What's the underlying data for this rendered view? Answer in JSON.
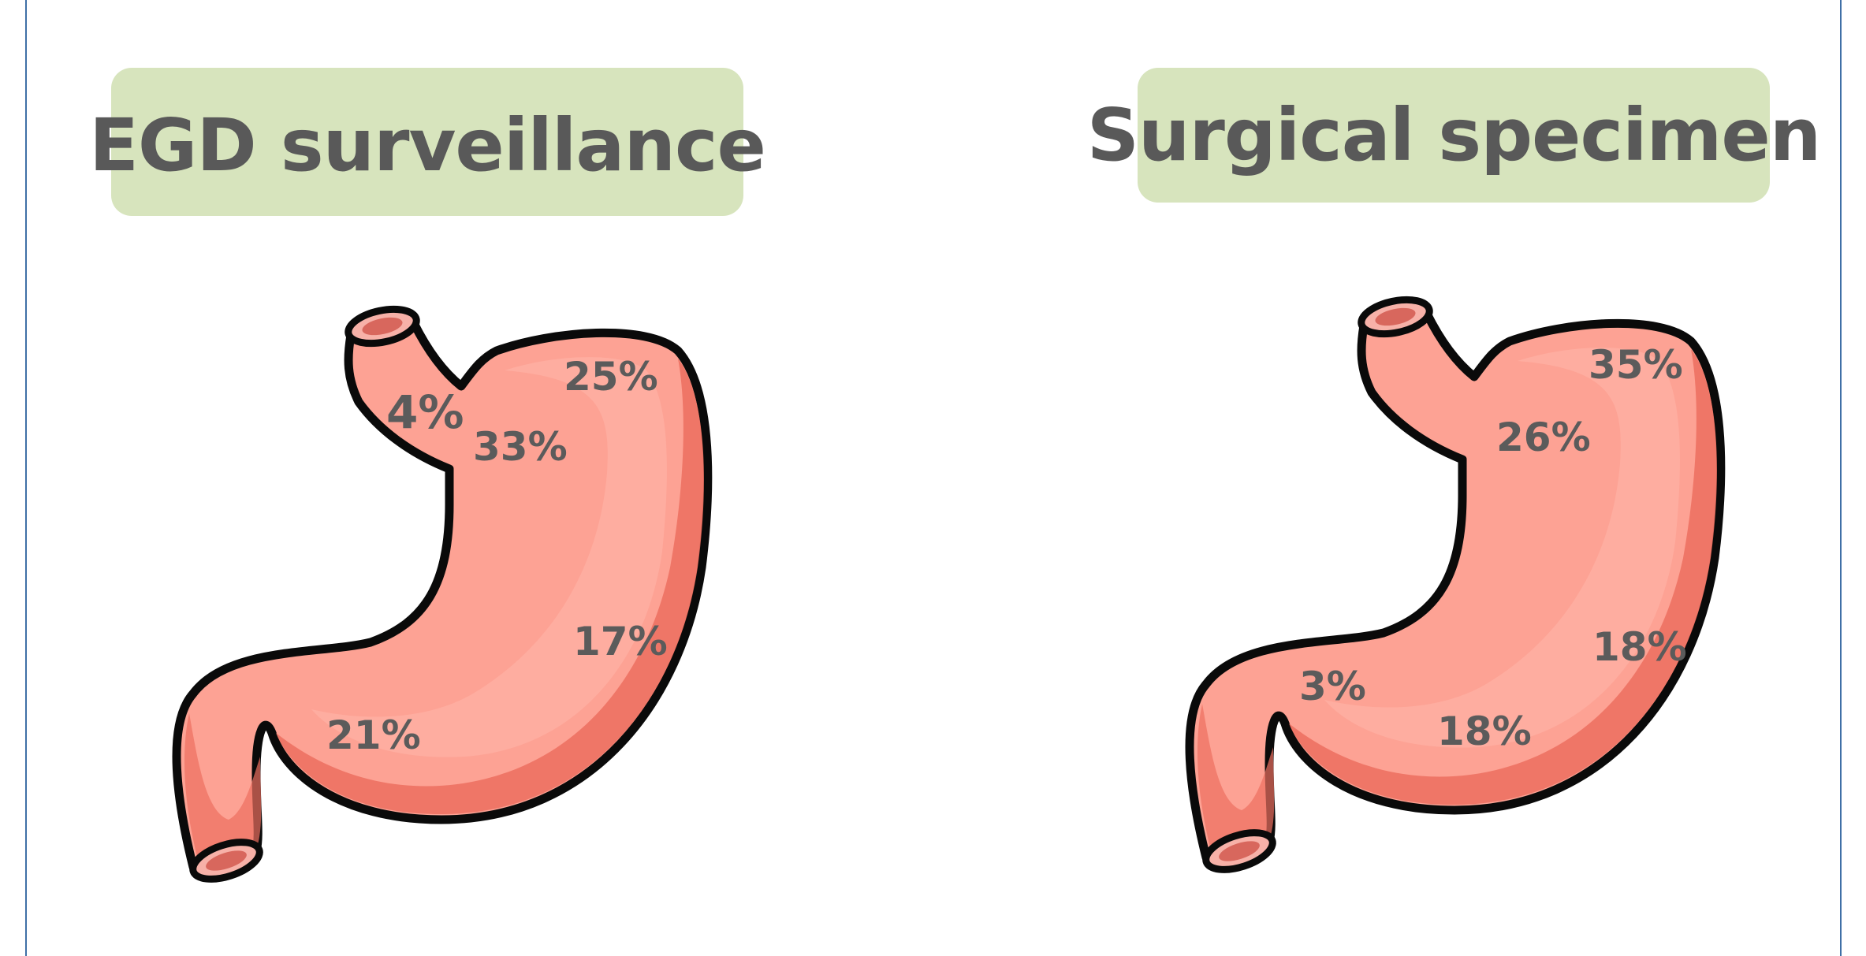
{
  "colors": {
    "label_box": "#d7e4bd",
    "label_text": "#595959",
    "stomach_fill": "#fda294",
    "stomach_shade": "#ec6f5f",
    "frame": "#3f6fa6"
  },
  "panels": [
    {
      "title": "EGD surveillance",
      "percentages": [
        {
          "region": "gastroesophageal-junction",
          "value": "4%"
        },
        {
          "region": "fundus",
          "value": "25%"
        },
        {
          "region": "cardia",
          "value": "33%"
        },
        {
          "region": "body-greater-curvature",
          "value": "17%"
        },
        {
          "region": "antrum",
          "value": "21%"
        }
      ]
    },
    {
      "title": "Surgical specimen",
      "percentages": [
        {
          "region": "fundus",
          "value": "35%"
        },
        {
          "region": "cardia",
          "value": "26%"
        },
        {
          "region": "body-greater-curvature",
          "value": "18%"
        },
        {
          "region": "pylorus",
          "value": "3%"
        },
        {
          "region": "antrum",
          "value": "18%"
        }
      ]
    }
  ]
}
